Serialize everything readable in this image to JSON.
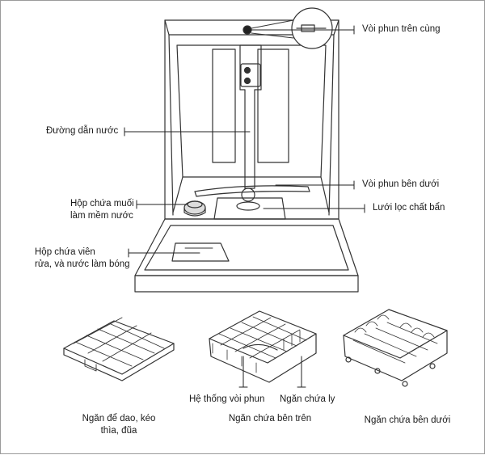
{
  "callouts": {
    "top_spray": "Vòi phun trên cùng",
    "water_pipe": "Đường dẫn nước",
    "lower_spray": "Vòi phun bên dưới",
    "salt_box": [
      "Hộp chứa muối",
      "làm mềm nước"
    ],
    "filter": "Lưới lọc chất bẩn",
    "detergent_box": [
      "Hộp chứa viên",
      "rửa, và nước làm bóng"
    ],
    "spray_system": "Hệ thống vòi phun",
    "cup_holder": "Ngăn chứa ly"
  },
  "racks": {
    "cutlery": [
      "Ngăn để dao, kéo",
      "thìa, đũa"
    ],
    "upper": "Ngăn chứa bên trên",
    "lower": "Ngăn chứa bên dưới"
  }
}
